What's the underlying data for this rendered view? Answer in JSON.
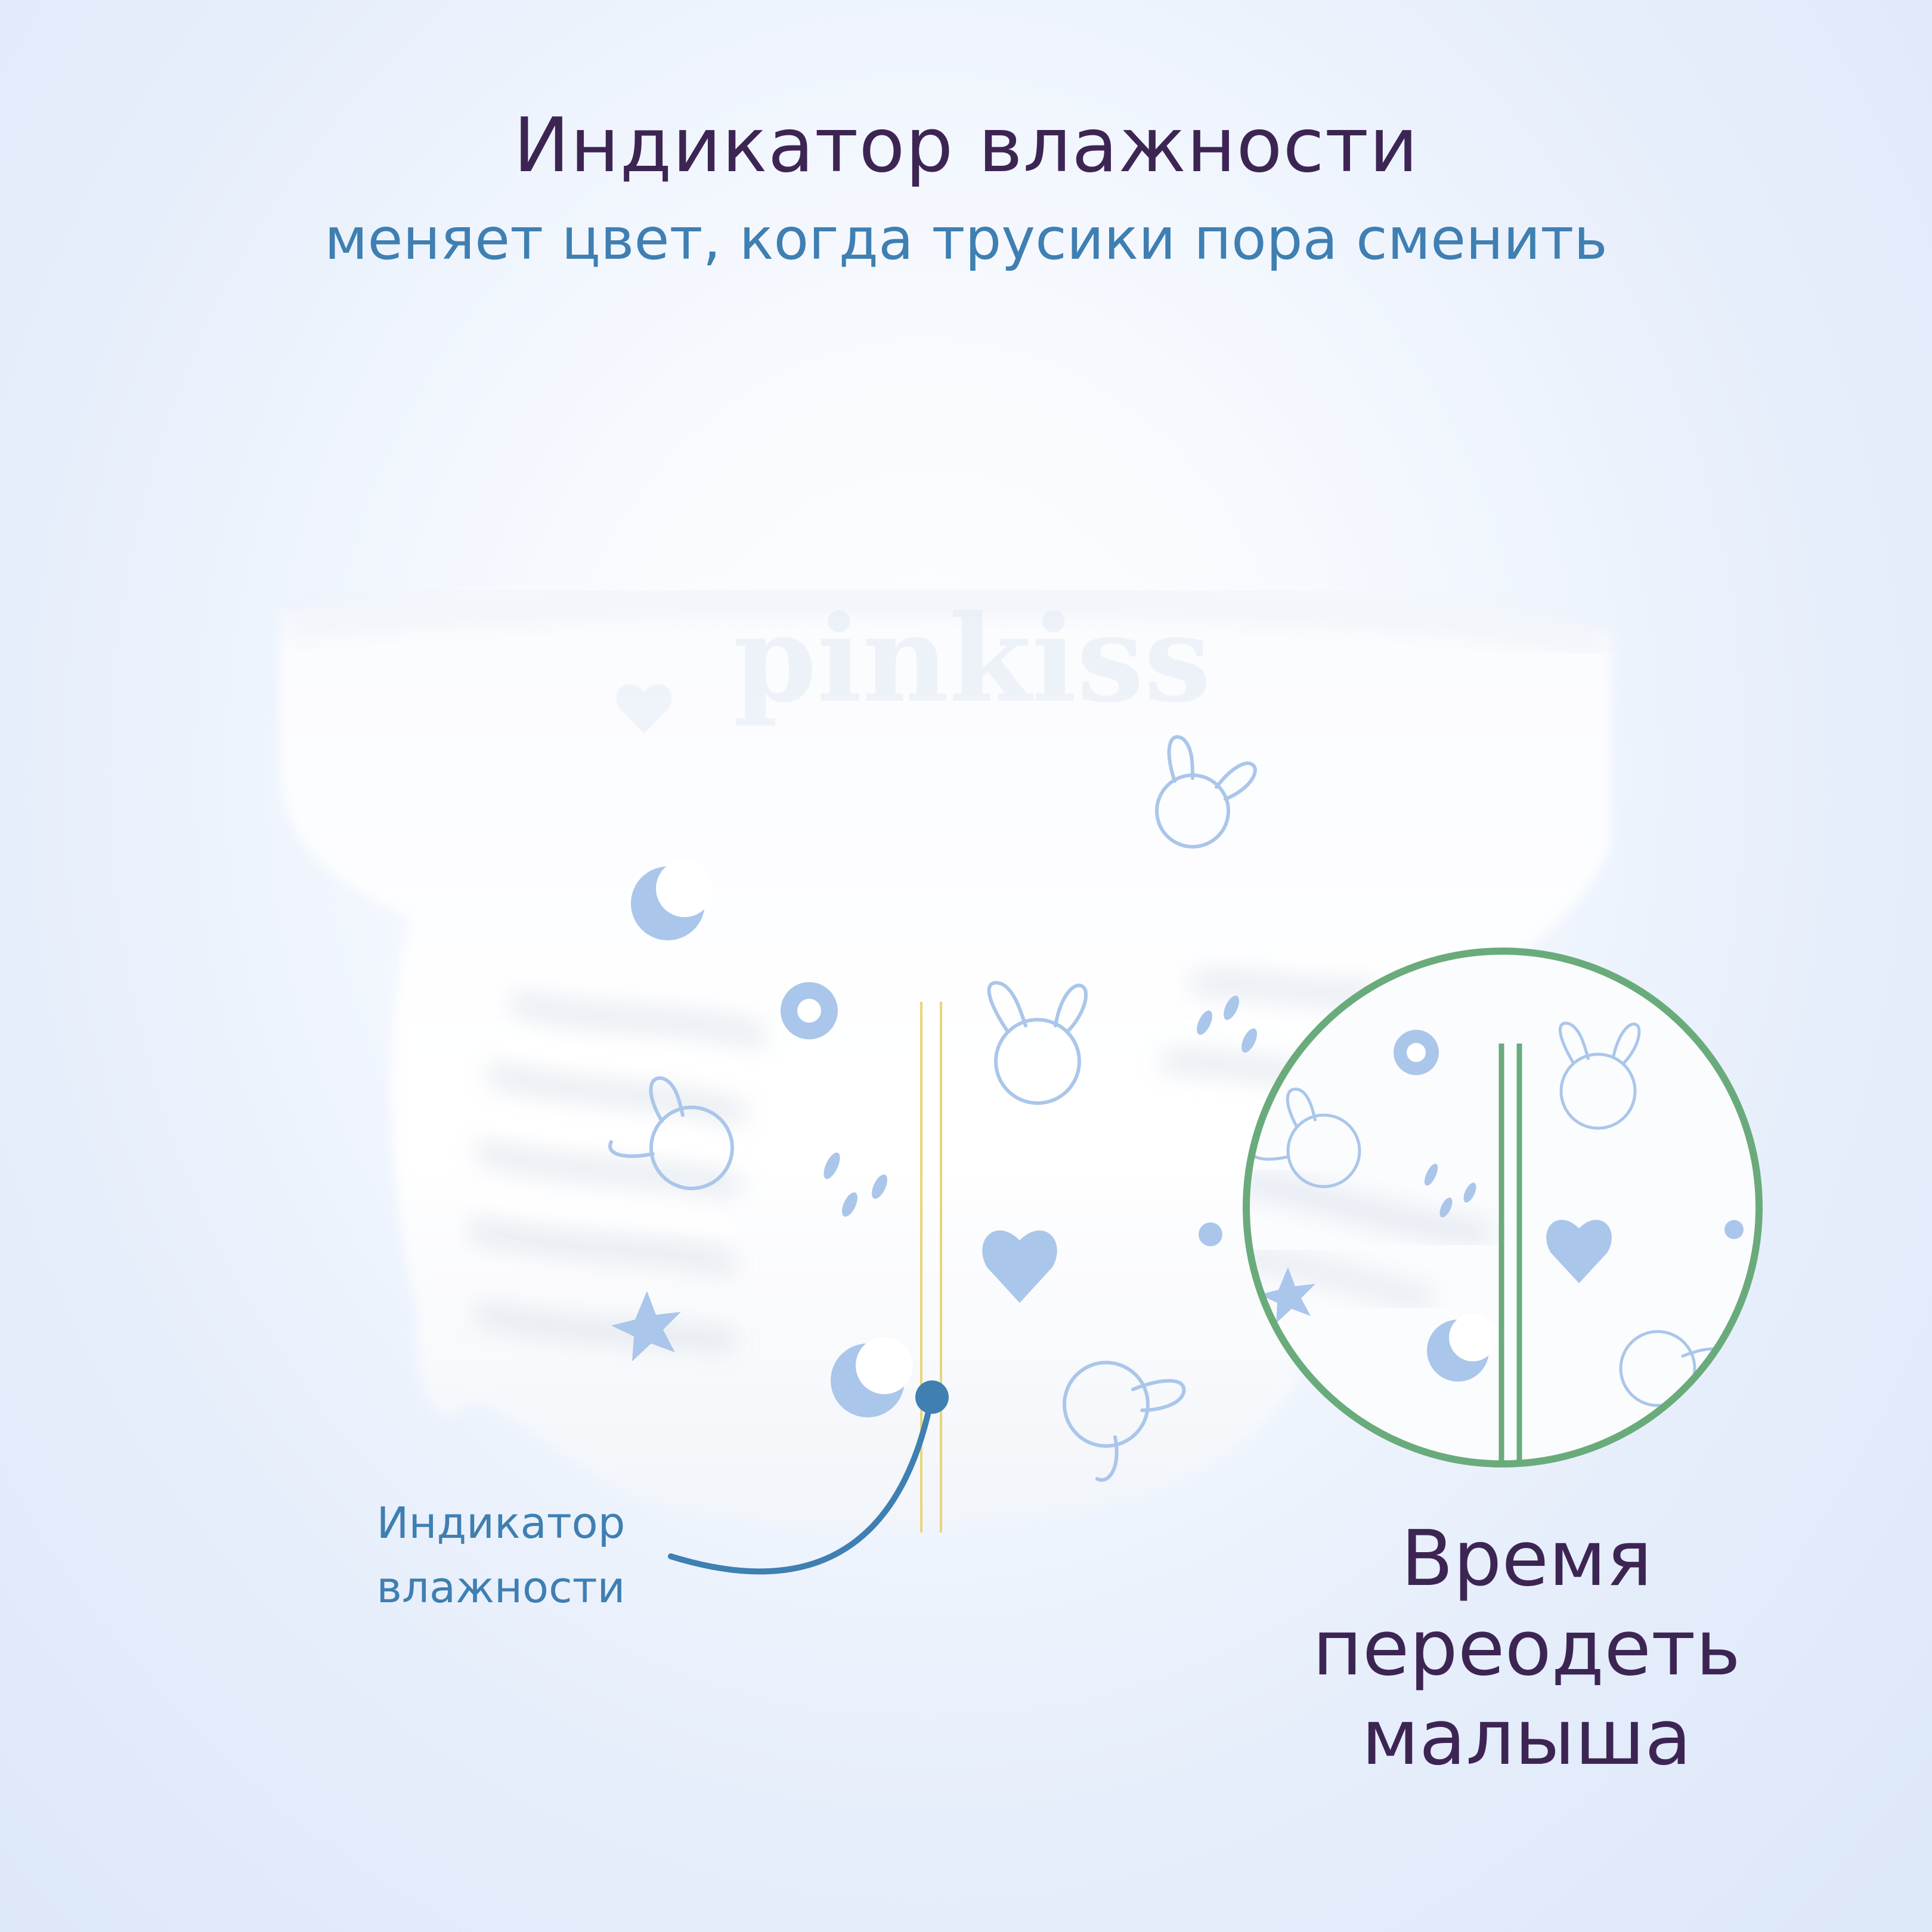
{
  "title": "Индикатор влажности",
  "subtitle": "меняет цвет, когда трусики пора сменить",
  "brand_logo": "pinkiss",
  "indicator_callout": {
    "line1": "Индикатор",
    "line2": "влажности"
  },
  "change_callout": {
    "line1": "Время",
    "line2": "переодеть",
    "line3": "малыша"
  },
  "colors": {
    "title": "#3d2553",
    "subtitle": "#3f7fb2",
    "indicator_dry": "#e8d57a",
    "indicator_wet": "#6aab7c",
    "print_motifs": "#aac6ea",
    "callout_pointer": "#3f7fb2"
  },
  "icons": [
    "heart-icon",
    "moon-icon",
    "ring-icon",
    "star-icon",
    "raindrops-icon",
    "bunny-icon"
  ]
}
